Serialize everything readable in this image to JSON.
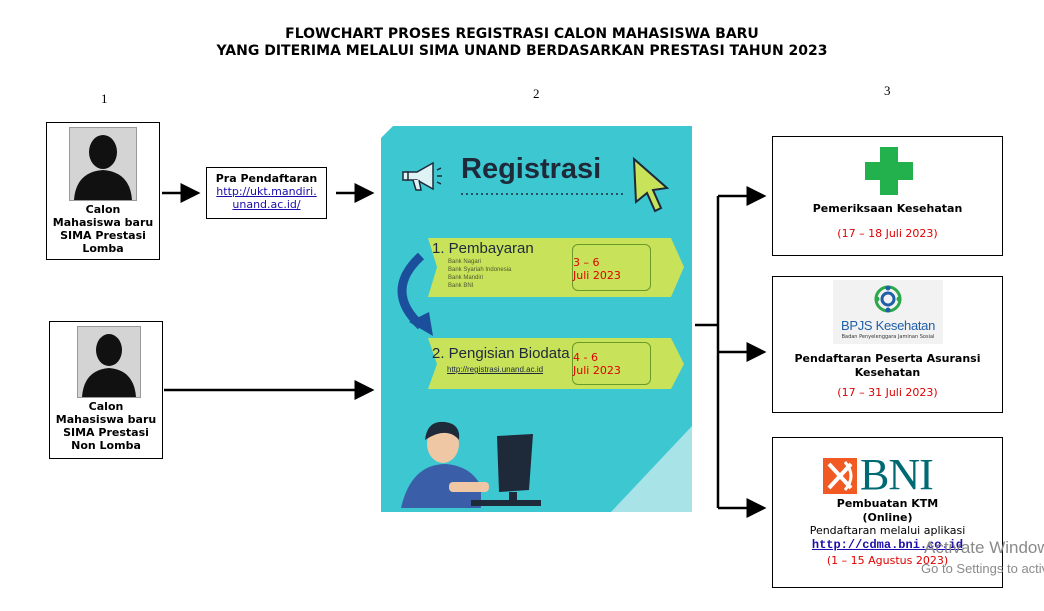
{
  "title": {
    "line1": "FLOWCHART PROSES REGISTRASI CALON MAHASISWA BARU",
    "line2": "YANG DITERIMA MELALUI SIMA UNAND BERDASARKAN PRESTASI TAHUN 2023"
  },
  "columns": {
    "c1": "1",
    "c2": "2",
    "c3": "3"
  },
  "candidates": [
    {
      "label": [
        "Calon",
        "Mahasiswa baru",
        "SIMA Prestasi",
        "Lomba"
      ]
    },
    {
      "label": [
        "Calon",
        "Mahasiswa baru",
        "SIMA Prestasi",
        "Non Lomba"
      ]
    }
  ],
  "pre_registration": {
    "title": "Pra Pendaftaran",
    "link_line1": "http://ukt.mandiri.",
    "link_line2": "unand.ac.id/"
  },
  "registration": {
    "heading": "Registrasi",
    "step1": {
      "title": "1. Pembayaran",
      "banks": [
        "Bank Nagari",
        "Bank Syariah Indonesia",
        "Bank Mandiri",
        "Bank BNI"
      ],
      "date_line1": "3 – 6",
      "date_line2": "Juli 2023"
    },
    "step2": {
      "title": "2. Pengisian Biodata",
      "link": "http://registrasi.unand.ac.id",
      "date_line1": "4 - 6",
      "date_line2": "Juli 2023"
    }
  },
  "outcomes": {
    "health": {
      "title": "Pemeriksaan Kesehatan",
      "date": "(17 – 18 Juli 2023)"
    },
    "bpjs": {
      "logo_text": "BPJS Kesehatan",
      "logo_sub": "Badan Penyelenggara Jaminan Sosial",
      "title_line1": "Pendaftaran Peserta Asuransi",
      "title_line2": "Kesehatan",
      "date": "(17 – 31 Juli 2023)"
    },
    "ktm": {
      "logo_text": "BNI",
      "title_line1": "Pembuatan KTM",
      "title_line2": "(Online)",
      "desc": "Pendaftaran melalui aplikasi",
      "link": "http://cdma.bni.co.id",
      "date": "(1 – 15 Agustus 2023)"
    }
  },
  "watermark": {
    "line1": "Activate Windows",
    "line2": "Go to Settings to activate Windows."
  },
  "colors": {
    "panel": "#3dc7d0",
    "banner": "#c8e25a",
    "cross": "#22b14c",
    "bni": "#f15a22",
    "bni_text": "#006a73",
    "date_red": "#e00000"
  }
}
